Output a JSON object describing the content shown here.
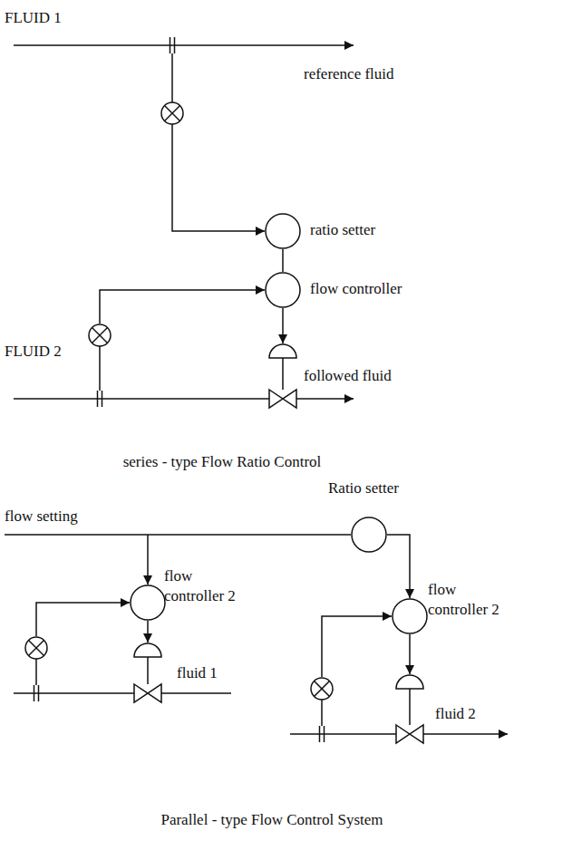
{
  "diagram": {
    "nodes": [
      {
        "text": [
          "ratio setter"
        ]
      },
      {
        "text": [
          "flow controller"
        ]
      },
      {
        "text": [
          "Ratio setter"
        ]
      },
      {
        "text": [
          "flow controller 2"
        ]
      },
      {
        "text": [
          "flow controller 2"
        ]
      }
    ],
    "edges": [
      {
        "from": 0,
        "to": 1,
        "arrow": "none"
      },
      {
        "from": 2,
        "to": 4,
        "arrow": "to"
      }
    ],
    "labels": [
      "FLUID 1",
      "reference fluid",
      "FLUID 2",
      "followed fluid",
      "series - type Flow Ratio Control",
      "flow setting",
      "fluid 1",
      "fluid 2",
      "Parallel - type Flow Control System"
    ]
  }
}
